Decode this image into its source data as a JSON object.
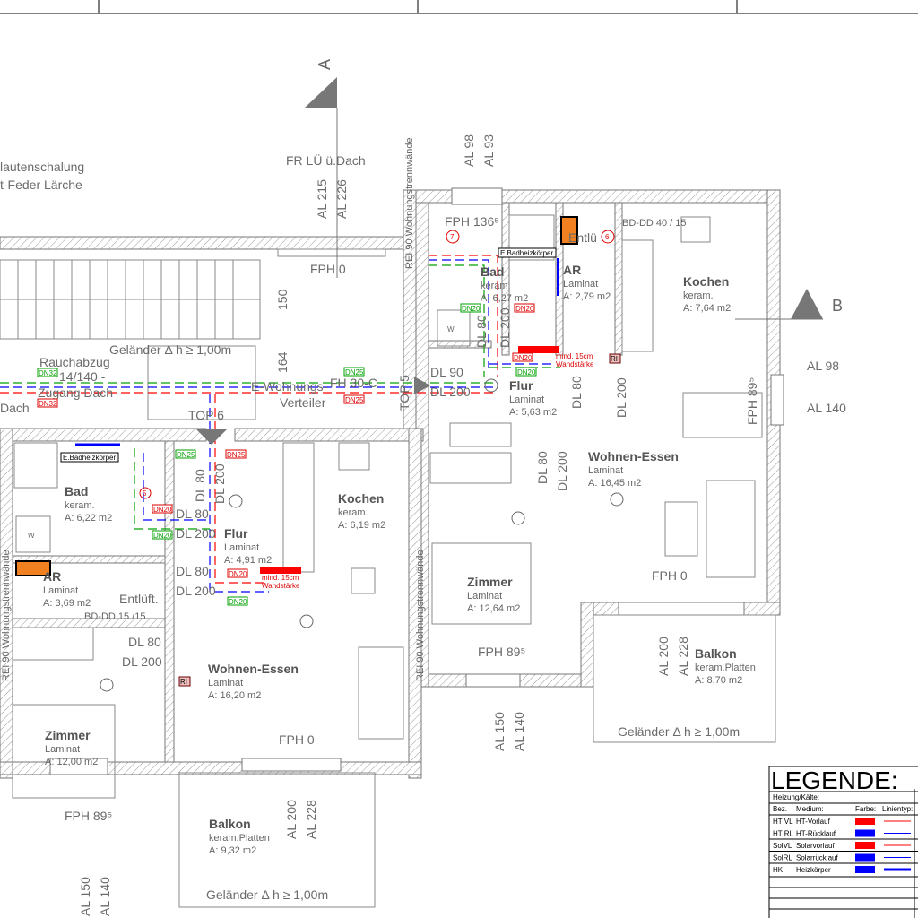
{
  "rooms": [
    {
      "name": "Bad",
      "floor": "keram.",
      "area": "A: 6,27 m2"
    },
    {
      "name": "AR",
      "floor": "Laminat",
      "area": "A: 2,79 m2"
    },
    {
      "name": "Kochen",
      "floor": "keram.",
      "area": "A: 7,64 m2"
    },
    {
      "name": "Flur",
      "floor": "Laminat",
      "area": "A: 5,63 m2"
    },
    {
      "name": "Wohnen-Essen",
      "floor": "Laminat",
      "area": "A: 16,45 m2"
    },
    {
      "name": "Zimmer",
      "floor": "Laminat",
      "area": "A: 12,64 m2"
    },
    {
      "name": "Balkon",
      "floor": "keram.Platten",
      "area": "A: 8,70 m2"
    },
    {
      "name": "Bad",
      "floor": "keram.",
      "area": "A: 6,22 m2"
    },
    {
      "name": "Kochen",
      "floor": "keram.",
      "area": "A: 6,19 m2"
    },
    {
      "name": "Flur",
      "floor": "Laminat",
      "area": "A: 4,91 m2"
    },
    {
      "name": "AR",
      "floor": "Laminat",
      "area": "A: 3,69 m2"
    },
    {
      "name": "Wohnen-Essen",
      "floor": "Laminat",
      "area": "A: 16,20 m2"
    },
    {
      "name": "Zimmer",
      "floor": "Laminat",
      "area": "A: 12,00 m2"
    },
    {
      "name": "Balkon",
      "floor": "keram.Platten",
      "area": "A: 9,32 m2"
    }
  ],
  "section_marks": {
    "a": "A",
    "b": "B"
  },
  "annotations": {
    "fr_lue": "FR LÜ ü.Dach",
    "schalung1": "lautenschalung",
    "schalung2": "t-Feder Lärche",
    "al215": "AL 215",
    "al226": "AL 226",
    "al98t": "AL 98",
    "al93": "AL 93",
    "fph136": "FPH 136⁵",
    "fph0_stair": "FPH 0",
    "d150": "150",
    "d164": "164",
    "gel_stair": "Geländer Δ h ≥ 1,00m",
    "rauch1": "Rauchabzug",
    "rauch2": "14/140 -",
    "rauch3": "Zugang Dach",
    "dach": "Dach",
    "fh30": "FH 30-C",
    "ewv1": "E-Wohnungs-",
    "ewv2": "Verteiler",
    "top5": "TOP 5",
    "top6": "TOP 6",
    "dl90": "DL 90",
    "dl200a": "DL 200",
    "al98r": "AL 98",
    "al140r": "AL 140",
    "fph895r": "FPH 89⁵",
    "fph0r": "FPH 0",
    "al200r": "AL 200",
    "al228r": "AL 228",
    "fph895m": "FPH 89⁵",
    "al150m": "AL 150",
    "al140m": "AL 140",
    "gel_r": "Geländer Δ h ≥ 1,00m",
    "entl_l": "Entlüft.",
    "bddd_l": "BD-DD 15 /15",
    "dl80l": "DL 80",
    "dl200l": "DL 200",
    "fph0l": "FPH 0",
    "al200l": "AL 200",
    "al228l": "AL 228",
    "fph895l": "FPH 89⁵",
    "al150l": "AL 150",
    "al140l": "AL 140",
    "gel_l": "Geländer Δ h ≥ 1,00m",
    "bddd_r": "BD-DD 40 / 15",
    "entl_r": "Entlü",
    "rei_l": "REI 90 Wohnungstrennwände",
    "rei_m": "REI 90 Wohnungstrennwände",
    "rei_t": "REI 90 Wohnungstrennwände",
    "dl80a": "DL 80",
    "dl200b": "DL 200",
    "dl80b": "DL 80",
    "dl200c": "DL 200",
    "dl80c": "DL 80",
    "dl200d": "DL 200",
    "dl80d": "DL 80",
    "dl200e": "DL 200",
    "heater_r": "E.Badheizkörper",
    "heater_l": "E.Badheizkörper",
    "mind1": "mind. 15cm",
    "mind2": "Wandstärke",
    "mind3": "mind. 15cm",
    "mind4": "Wandstärke",
    "circle7": "7",
    "circle6": "6",
    "circle5": "5",
    "w": "W",
    "ri": "RI",
    "dn20": "DN20",
    "dn25": "DN25",
    "dn32": "DN32"
  },
  "legend": {
    "title": "LEGENDE:",
    "section": "Heizung/Kälte:",
    "headers": [
      "Bez.",
      "Medium:",
      "Farbe:",
      "Linientyp:"
    ],
    "rows": [
      {
        "code": "HT VL",
        "medium": "HT-Vorlauf",
        "color": "#ff0000"
      },
      {
        "code": "HT RL",
        "medium": "HT-Rücklauf",
        "color": "#0000ff"
      },
      {
        "code": "SolVL",
        "medium": "Solarvorlauf",
        "color": "#ff0000"
      },
      {
        "code": "SolRL",
        "medium": "Solarrücklauf",
        "color": "#0000ff"
      },
      {
        "code": "HK",
        "medium": "Heizkörper",
        "color": "#0000ff"
      }
    ]
  },
  "colors": {
    "supply": "#ff0000",
    "return": "#0000ff",
    "other": "#00a000",
    "electric": "#f08020"
  }
}
